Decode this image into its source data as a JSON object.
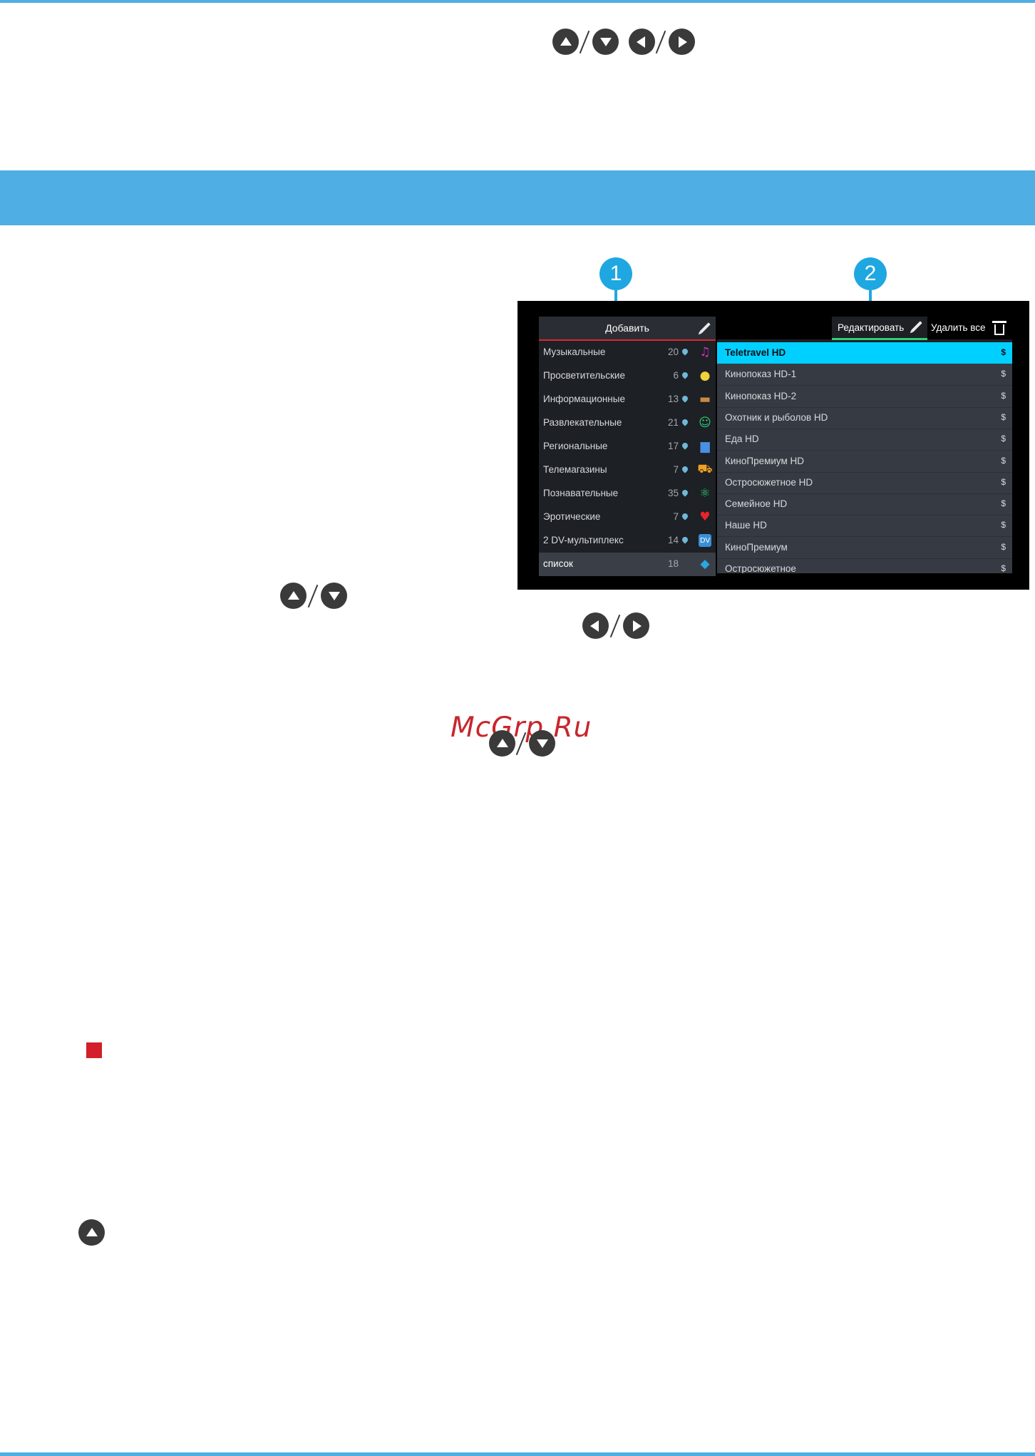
{
  "screen": {
    "add_label": "Добавить",
    "edit_label": "Редактировать",
    "delete_all_label": "Удалить все",
    "categories": [
      {
        "name": "Музыкальные",
        "count": "20",
        "icon": "music-note-icon",
        "color": "#d62ad2",
        "glyph": "♫"
      },
      {
        "name": "Просветительские",
        "count": "6",
        "icon": "lightbulb-icon",
        "color": "#f1d13c",
        "glyph": "●"
      },
      {
        "name": "Информационные",
        "count": "13",
        "icon": "briefcase-icon",
        "color": "#c98b42",
        "glyph": "▬"
      },
      {
        "name": "Развлекательные",
        "count": "21",
        "icon": "theater-mask-icon",
        "color": "#2fcf7b",
        "glyph": "☺"
      },
      {
        "name": "Региональные",
        "count": "17",
        "icon": "buildings-icon",
        "color": "#4a90e2",
        "glyph": "▆"
      },
      {
        "name": "Телемагазины",
        "count": "7",
        "icon": "shopping-cart-icon",
        "color": "#f0a020",
        "glyph": "⛟"
      },
      {
        "name": "Познавательные",
        "count": "35",
        "icon": "atom-icon",
        "color": "#2fcf7b",
        "glyph": "⚛"
      },
      {
        "name": "Эротические",
        "count": "7",
        "icon": "heart-icon",
        "color": "#e8232b",
        "glyph": "♥"
      },
      {
        "name": "2 DV-мультиплекс",
        "count": "14",
        "icon": "dv-badge-icon",
        "color": "#3a8fd6",
        "glyph": "DV"
      },
      {
        "name": "список",
        "count": "18",
        "icon": "ticket-icon",
        "color": "#2aa7e0",
        "glyph": "◆"
      }
    ],
    "channels": [
      {
        "name": "Teletravel HD",
        "price": "$"
      },
      {
        "name": "Кинопоказ HD-1",
        "price": "$"
      },
      {
        "name": "Кинопоказ HD-2",
        "price": "$"
      },
      {
        "name": "Охотник и рыболов HD",
        "price": "$"
      },
      {
        "name": "Еда HD",
        "price": "$"
      },
      {
        "name": "КиноПремиум HD",
        "price": "$"
      },
      {
        "name": "Остросюжетное HD",
        "price": "$"
      },
      {
        "name": "Семейное HD",
        "price": "$"
      },
      {
        "name": "Наше HD",
        "price": "$"
      },
      {
        "name": "КиноПремиум",
        "price": "$"
      },
      {
        "name": "Остросюжетное",
        "price": "$"
      }
    ]
  },
  "callouts": [
    "1",
    "2"
  ],
  "watermark": "McGrp.Ru",
  "colors": {
    "accent_blue": "#4faee3",
    "callout": "#1fa7e1",
    "selected_channel": "#00d0ff",
    "red": "#d21f2a"
  }
}
